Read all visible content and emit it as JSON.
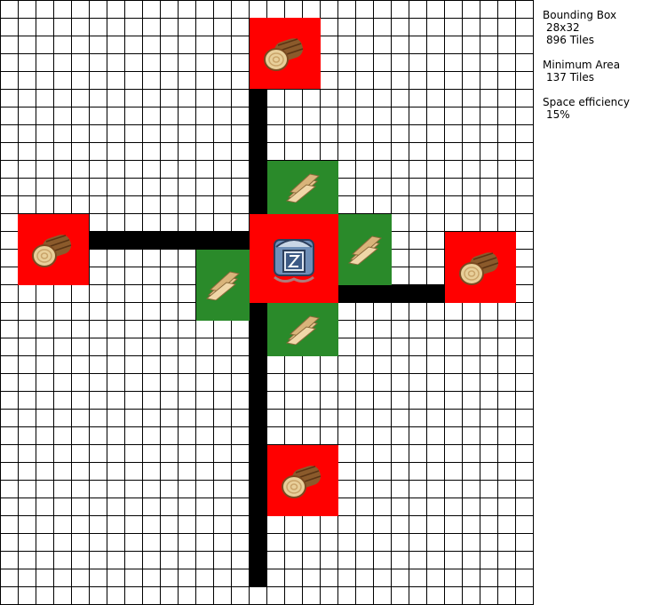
{
  "stats": {
    "bounding_box_label": "Bounding Box",
    "bounding_box_size": "28x32",
    "bounding_box_tiles": "896 Tiles",
    "minimum_area_label": "Minimum Area",
    "minimum_area_tiles": "137 Tiles",
    "space_efficiency_label": "Space efficiency",
    "space_efficiency_value": "15%"
  },
  "grid": {
    "tile_count_x": 30,
    "tile_count_y": 34
  },
  "colors": {
    "lumberjack_tile": "#ff0000",
    "sawmill_tile": "#2a8a2a",
    "road": "#000000",
    "grid_line": "#000000"
  },
  "buildings": {
    "warehouse": {
      "icon": "warehouse-icon"
    },
    "lumberjacks": [
      {
        "icon": "log-icon"
      },
      {
        "icon": "log-icon"
      },
      {
        "icon": "log-icon"
      },
      {
        "icon": "log-icon"
      }
    ],
    "sawmills": [
      {
        "icon": "planks-icon"
      },
      {
        "icon": "planks-icon"
      },
      {
        "icon": "planks-icon"
      },
      {
        "icon": "planks-icon"
      }
    ]
  }
}
